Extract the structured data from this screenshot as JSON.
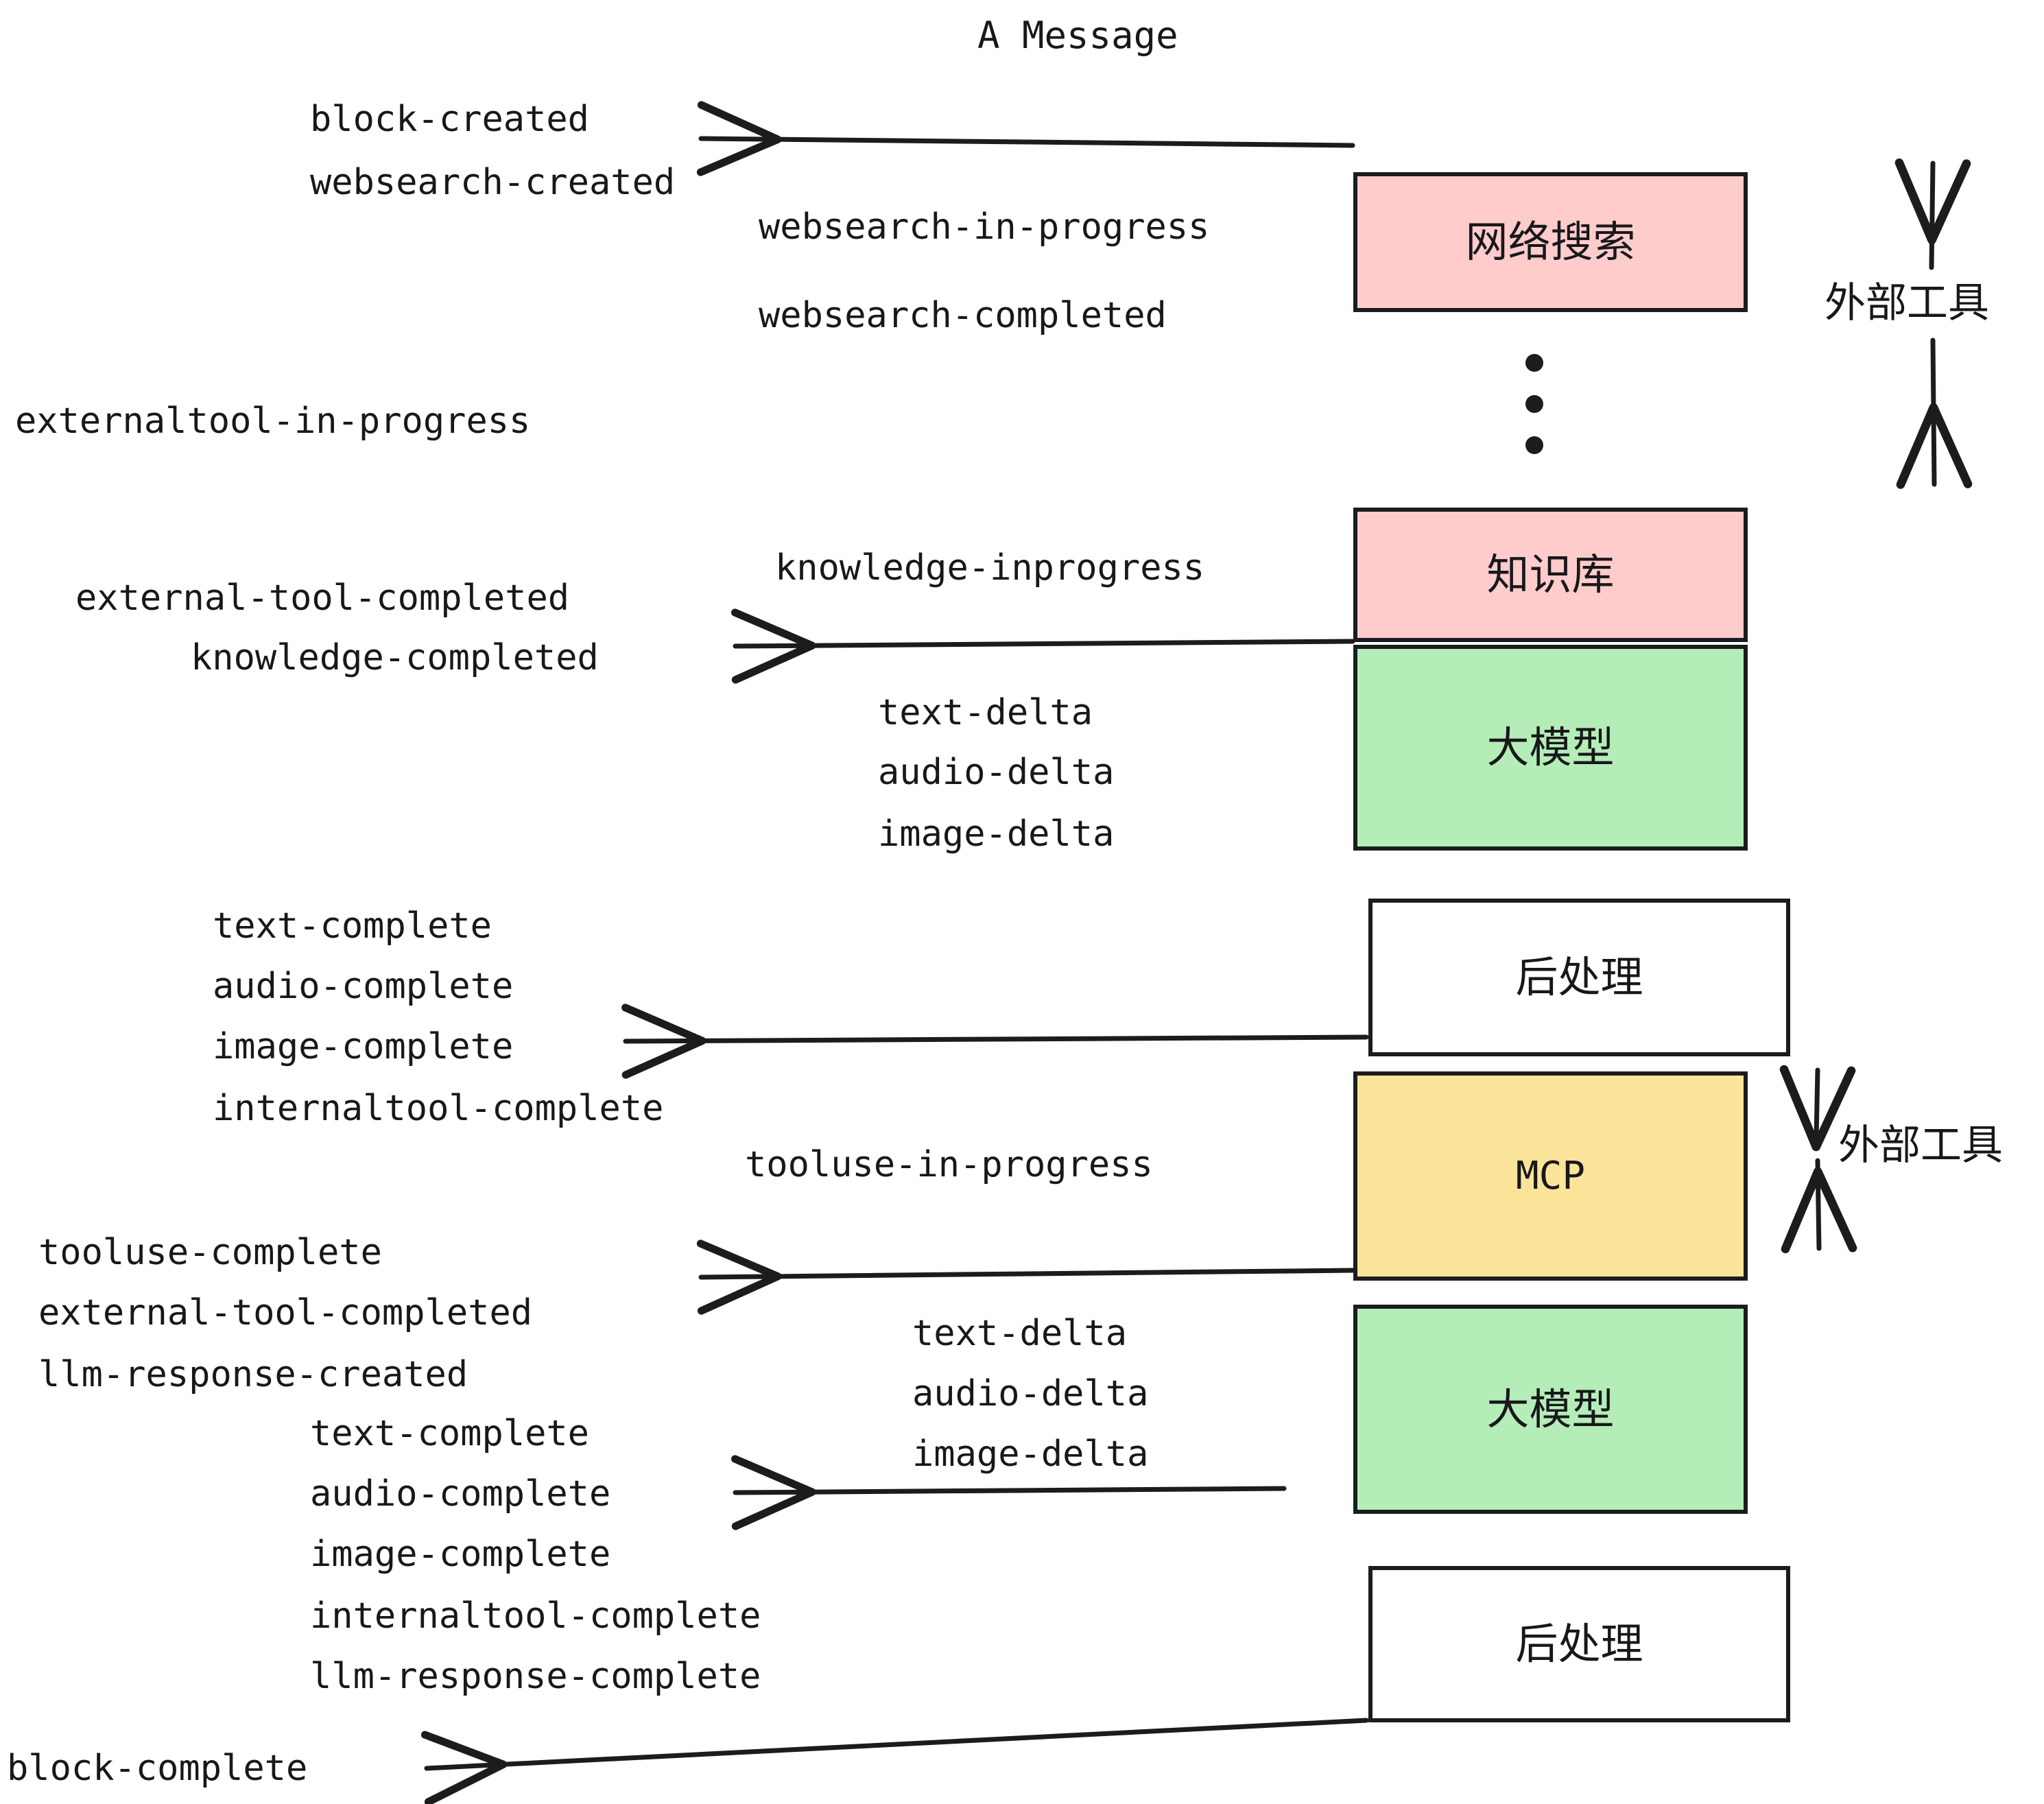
{
  "title": "A Message",
  "colors": {
    "pink": "#FFCCCC",
    "green": "#B5EDB8",
    "yellow": "#FBE49A",
    "white": "#FFFFFF",
    "stroke": "#1B1C1E",
    "text": "#17181A"
  },
  "boxes": [
    {
      "id": "websearch",
      "label": "网络搜索",
      "fill": "#FFCCCC"
    },
    {
      "id": "knowledge",
      "label": "知识库",
      "fill": "#FFCCCC"
    },
    {
      "id": "llm-1",
      "label": "大模型",
      "fill": "#B5EDB8"
    },
    {
      "id": "post-1",
      "label": "后处理",
      "fill": "#FFFFFF"
    },
    {
      "id": "mcp",
      "label": "MCP",
      "fill": "#FBE49A"
    },
    {
      "id": "llm-2",
      "label": "大模型",
      "fill": "#B5EDB8"
    },
    {
      "id": "post-2",
      "label": "后处理",
      "fill": "#FFFFFF"
    }
  ],
  "side_annotations": [
    {
      "id": "external-tool-top",
      "label": "外部工具"
    },
    {
      "id": "external-tool-bottom",
      "label": "外部工具"
    }
  ],
  "events": {
    "block_created": "block-created",
    "websearch_created": "websearch-created",
    "websearch_in_progress": "websearch-in-progress",
    "websearch_completed": "websearch-completed",
    "externaltool_in_progress": "externaltool-in-progress",
    "knowledge_inprogress": "knowledge-inprogress",
    "external_tool_completed_1": "external-tool-completed",
    "knowledge_completed": "knowledge-completed",
    "text_delta_1": "text-delta",
    "audio_delta_1": "audio-delta",
    "image_delta_1": "image-delta",
    "text_complete_1": "text-complete",
    "audio_complete_1": "audio-complete",
    "image_complete_1": "image-complete",
    "internaltool_complete_1": "internaltool-complete",
    "tooluse_in_progress": "tooluse-in-progress",
    "tooluse_complete": "tooluse-complete",
    "external_tool_completed_2": "external-tool-completed",
    "llm_response_created": "llm-response-created",
    "text_delta_2": "text-delta",
    "audio_delta_2": "audio-delta",
    "image_delta_2": "image-delta",
    "text_complete_2": "text-complete",
    "audio_complete_2": "audio-complete",
    "image_complete_2": "image-complete",
    "internaltool_complete_2": "internaltool-complete",
    "llm_response_complete": "llm-response-complete",
    "block_complete": "block-complete"
  }
}
